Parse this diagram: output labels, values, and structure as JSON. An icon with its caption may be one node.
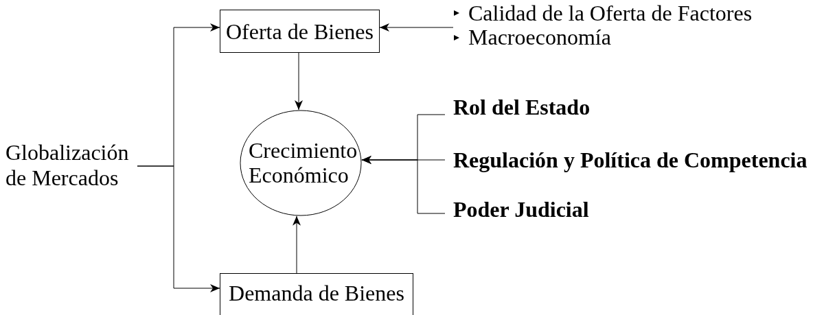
{
  "diagram": {
    "nodes": [
      {
        "text": [
          "Oferta de Bienes"
        ]
      },
      {
        "text": [
          "Crecimiento Económico"
        ]
      },
      {
        "text": [
          "Demanda de Bienes"
        ]
      },
      {
        "text": [
          "Globalización de Mercados"
        ]
      },
      {
        "text": [
          "Calidad de la Oferta de Factores",
          "Macroeconomía"
        ]
      },
      {
        "text": [
          "Rol del Estado"
        ]
      },
      {
        "text": [
          "Regulación y Política de Competencia"
        ]
      },
      {
        "text": [
          "Poder Judicial"
        ]
      }
    ],
    "edges": [
      {
        "from": 3,
        "to": 0,
        "arrow": "to"
      },
      {
        "from": 3,
        "to": 2,
        "arrow": "to"
      },
      {
        "from": 4,
        "to": 0,
        "arrow": "to"
      },
      {
        "from": 0,
        "to": 1,
        "arrow": "to"
      },
      {
        "from": 2,
        "to": 1,
        "arrow": "to"
      },
      {
        "from": 5,
        "to": 1,
        "arrow": "to"
      },
      {
        "from": 6,
        "to": 1,
        "arrow": "to"
      },
      {
        "from": 7,
        "to": 1,
        "arrow": "to"
      }
    ]
  }
}
